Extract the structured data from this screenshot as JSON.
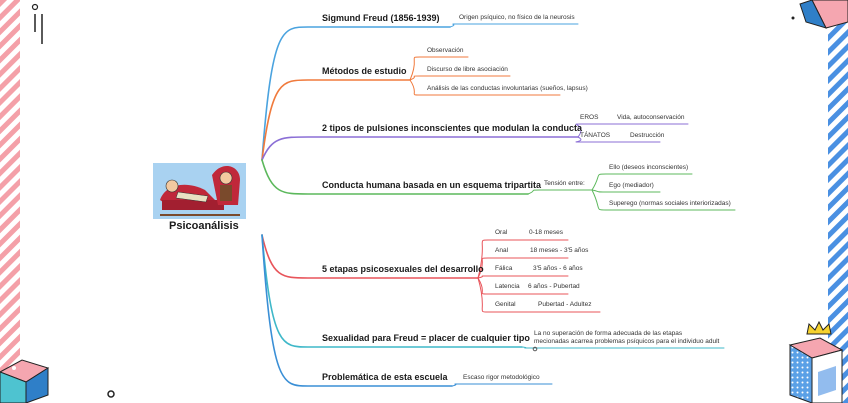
{
  "center": {
    "label": "Psicoanálisis",
    "image_icon": "psychoanalysis-couch-illustration"
  },
  "branches": [
    {
      "id": "freud",
      "label": "Sigmund Freud (1856-1939)",
      "color": "#4aa3df",
      "children": [
        {
          "label": "Origen psíquico, no físico de la neurosis"
        }
      ]
    },
    {
      "id": "metodos",
      "label": "Métodos de estudio",
      "color": "#f07a3c",
      "children": [
        {
          "label": "Observación"
        },
        {
          "label": "Discurso de libre asociación"
        },
        {
          "label": "Análisis de las conductas involuntarias (sueños, lapsus)"
        }
      ]
    },
    {
      "id": "pulsiones",
      "label": "2 tipos de pulsiones inconscientes que modulan la conducta",
      "color": "#8b6fd6",
      "children": [
        {
          "label": "EROS",
          "detail": "Vida, autoconservación"
        },
        {
          "label": "TÁNATOS",
          "detail": "Destrucción"
        }
      ]
    },
    {
      "id": "tripartita",
      "label": "Conducta humana basada en un esquema tripartita",
      "color": "#5cb85c",
      "children": [
        {
          "label": "Tensión entre:",
          "children": [
            {
              "label": "Ello (deseos inconscientes)"
            },
            {
              "label": "Ego (mediador)"
            },
            {
              "label": "Superego (normas sociales interiorizadas)"
            }
          ]
        }
      ]
    },
    {
      "id": "etapas",
      "label": "5 etapas psicosexuales del desarrollo",
      "color": "#e8545a",
      "children": [
        {
          "label": "Oral",
          "detail": "0-18 meses"
        },
        {
          "label": "Anal",
          "detail": "18 meses - 3'5 años"
        },
        {
          "label": "Fálica",
          "detail": "3'5 años - 6 años"
        },
        {
          "label": "Latencia",
          "detail": "6 años - Pubertad"
        },
        {
          "label": "Genital",
          "detail": "Pubertad - Adultez"
        }
      ]
    },
    {
      "id": "sexualidad",
      "label": "Sexualidad para Freud = placer de cualquier tipo",
      "color": "#3fb8c9",
      "children": [
        {
          "label": "La no superación de forma adecuada de las etapas",
          "label2": "mecionadas acarrea problemas psíquicos para el individuo adult"
        }
      ]
    },
    {
      "id": "problematica",
      "label": "Problemática de esta escuela",
      "color": "#3a8fd6",
      "children": [
        {
          "label": "Escaso rigor metodológico"
        }
      ]
    }
  ],
  "decor": {
    "left_stripe_color": "#f4a0a8",
    "right_stripe_color": "#4a90e2"
  }
}
